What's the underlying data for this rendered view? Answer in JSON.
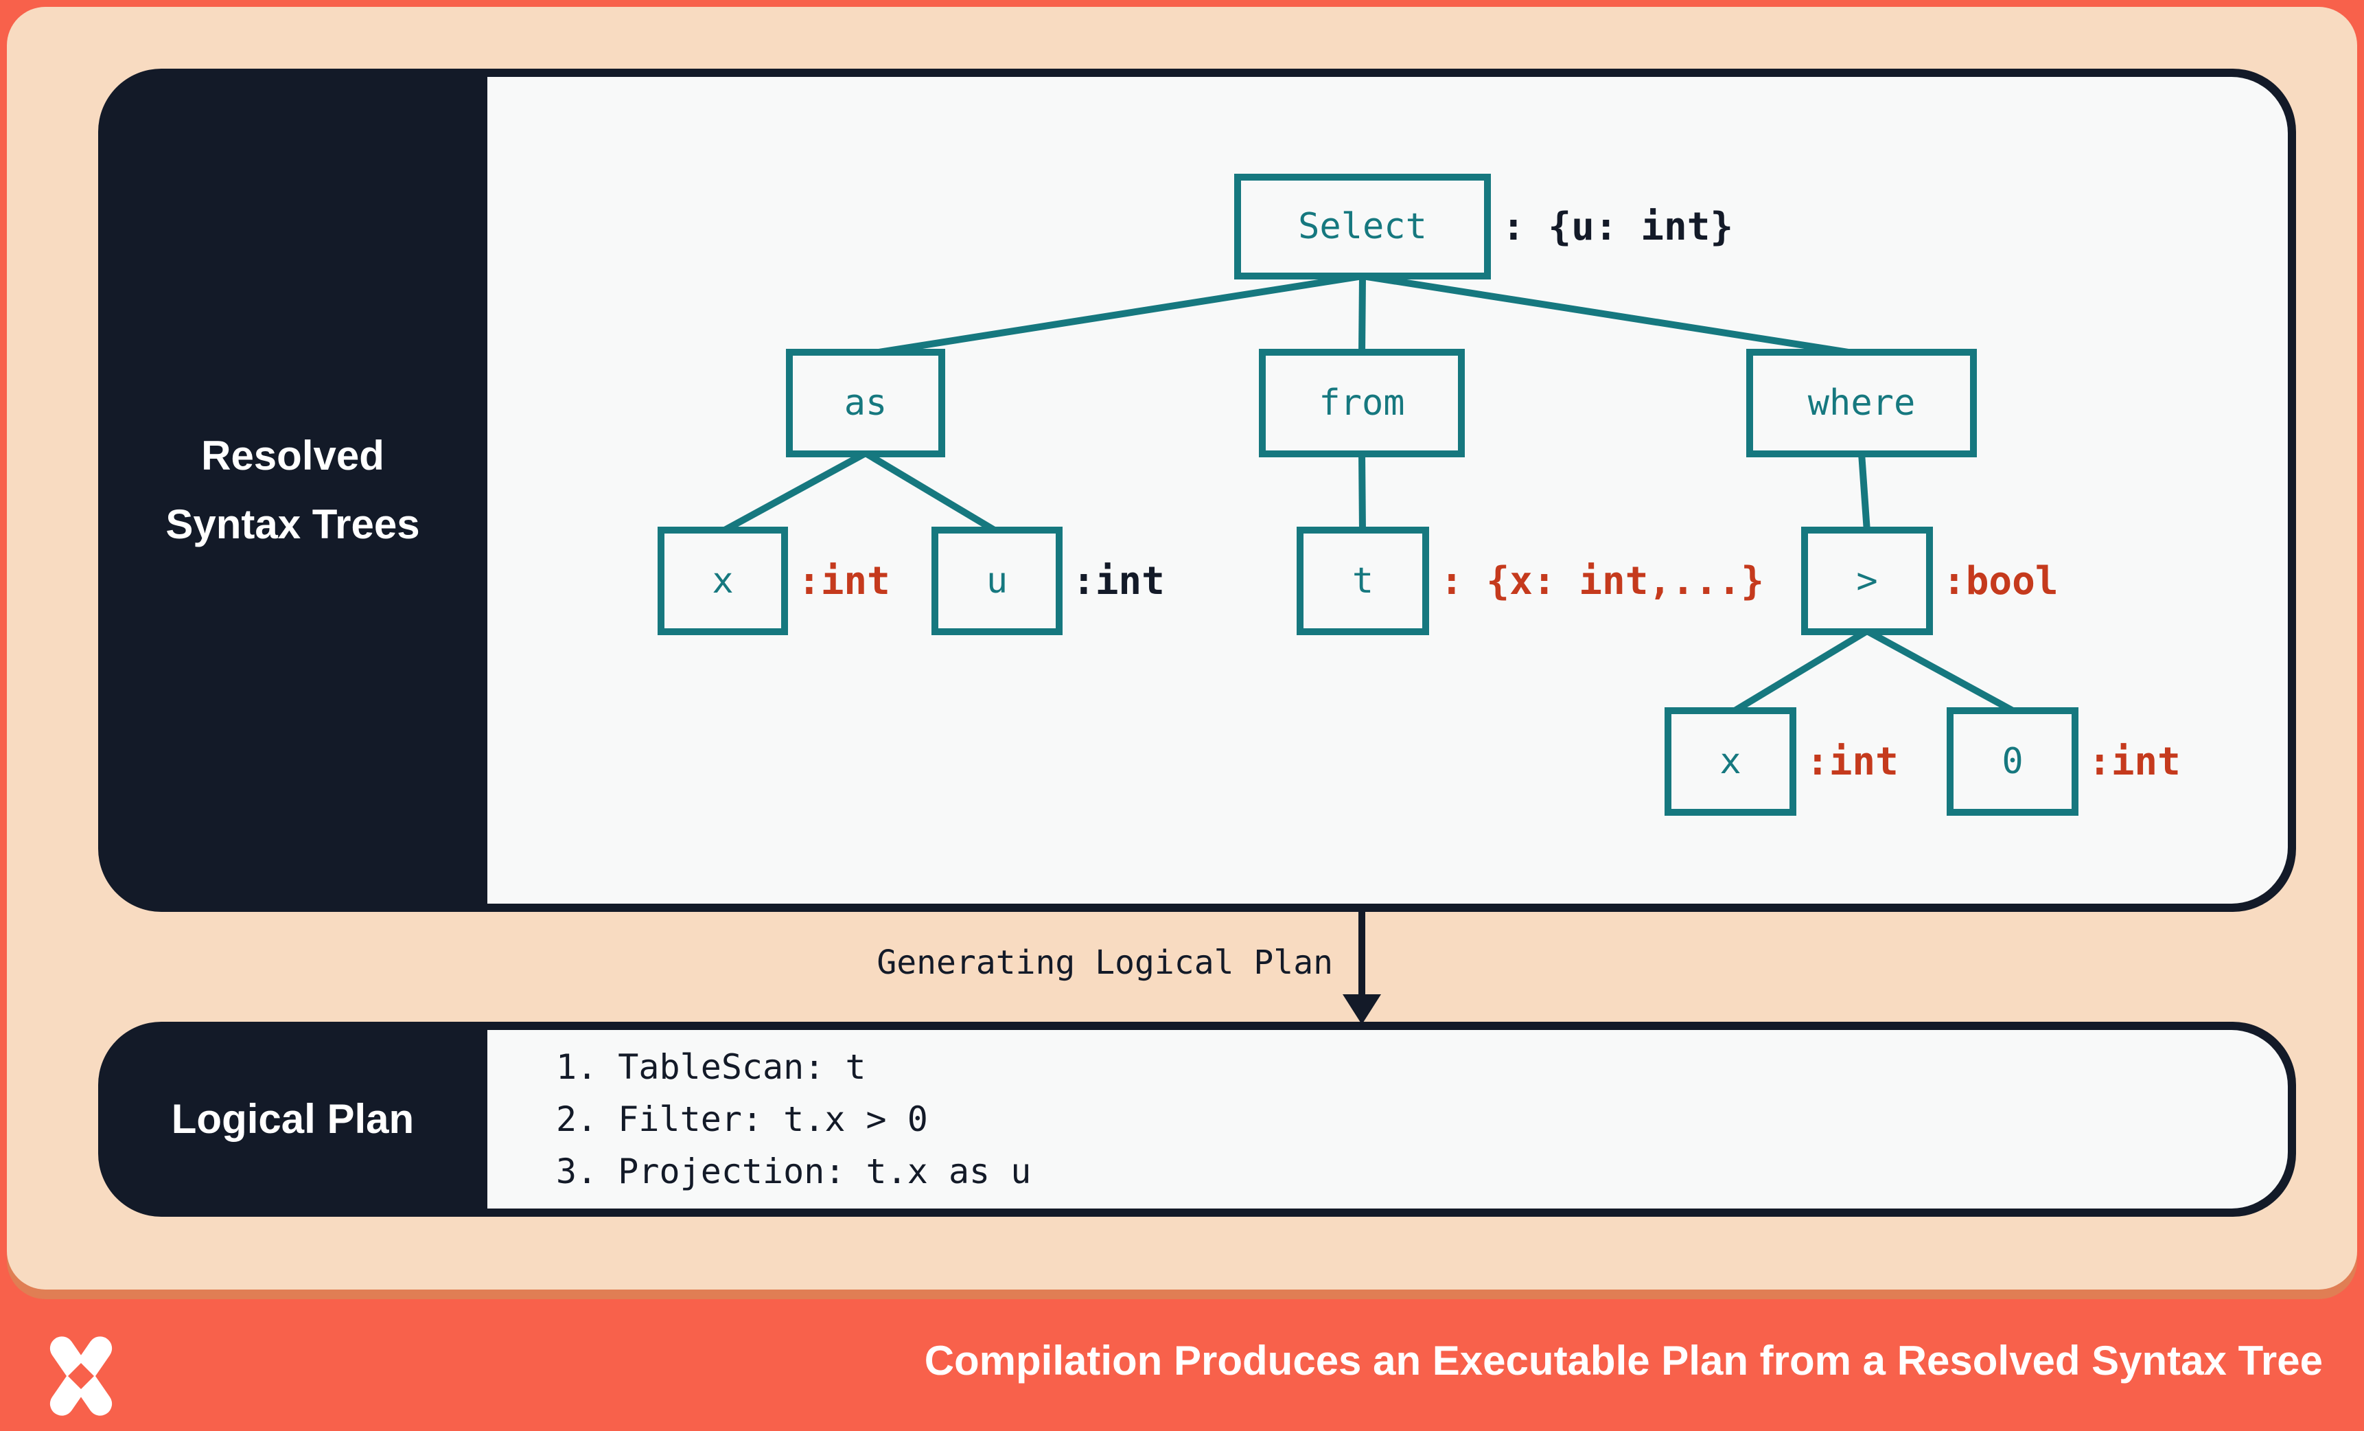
{
  "panels": {
    "syntax": {
      "label_line1": "Resolved",
      "label_line2": "Syntax Trees"
    },
    "plan": {
      "label": "Logical Plan",
      "steps": [
        "1. TableScan: t",
        "2. Filter: t.x > 0",
        "3. Projection: t.x as u"
      ]
    }
  },
  "tree": {
    "nodes": [
      {
        "id": "select",
        "label": "Select",
        "annotation": ": {u: int}",
        "annotation_color": "navy"
      },
      {
        "id": "as",
        "label": "as"
      },
      {
        "id": "from",
        "label": "from"
      },
      {
        "id": "where",
        "label": "where"
      },
      {
        "id": "x1",
        "label": "x",
        "annotation": ":int",
        "annotation_color": "red"
      },
      {
        "id": "u",
        "label": "u",
        "annotation": ":int",
        "annotation_color": "navy"
      },
      {
        "id": "t",
        "label": "t",
        "annotation": ": {x: int,...}",
        "annotation_color": "red"
      },
      {
        "id": "gt",
        "label": ">",
        "annotation": ":bool",
        "annotation_color": "red"
      },
      {
        "id": "x2",
        "label": "x",
        "annotation": ":int",
        "annotation_color": "red"
      },
      {
        "id": "zero",
        "label": "0",
        "annotation": ":int",
        "annotation_color": "red"
      }
    ],
    "edges": [
      [
        "select",
        "as"
      ],
      [
        "select",
        "from"
      ],
      [
        "select",
        "where"
      ],
      [
        "as",
        "x1"
      ],
      [
        "as",
        "u"
      ],
      [
        "from",
        "t"
      ],
      [
        "where",
        "gt"
      ],
      [
        "gt",
        "x2"
      ],
      [
        "gt",
        "zero"
      ]
    ]
  },
  "transition": {
    "label": "Generating Logical Plan"
  },
  "footer": {
    "title": "Compilation Produces an Executable Plan from a Resolved Syntax Tree",
    "logo": "x-mark-logo"
  },
  "colors": {
    "orange": "#F8614B",
    "peach": "#F8DBC1",
    "navy": "#131A28",
    "offwhite": "#F8F9F9",
    "teal": "#16787F",
    "red": "#C53A1D",
    "card_shadow": "#E07E54"
  }
}
